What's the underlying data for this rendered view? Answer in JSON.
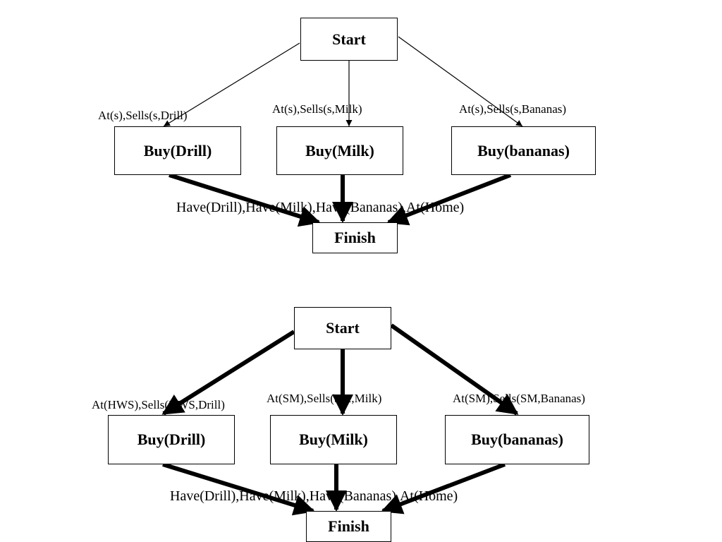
{
  "top": {
    "start": "Start",
    "actions": [
      "Buy(Drill)",
      "Buy(Milk)",
      "Buy(bananas)"
    ],
    "preconditions": [
      "At(s),Sells(s,Drill)",
      "At(s),Sells(s,Milk)",
      "At(s),Sells(s,Bananas)"
    ],
    "effects": "Have(Drill),Have(Milk),Have(Bananas),At(Home)",
    "finish": "Finish"
  },
  "bottom": {
    "start": "Start",
    "actions": [
      "Buy(Drill)",
      "Buy(Milk)",
      "Buy(bananas)"
    ],
    "preconditions": [
      "At(HWS),Sells(HWS,Drill)",
      "At(SM),Sells(SM,Milk)",
      "At(SM),Sells(SM,Bananas)"
    ],
    "effects": "Have(Drill),Have(Milk),Have(Bananas),At(Home)",
    "finish": "Finish"
  }
}
